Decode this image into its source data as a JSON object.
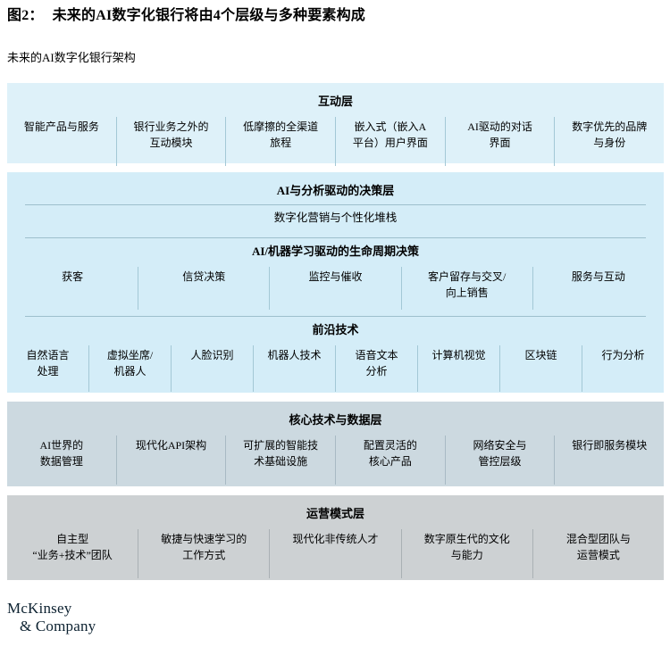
{
  "header": {
    "figure_label": "图2：",
    "title": "未来的AI数字化银行将由4个层级与多种要素构成",
    "subtitle": "未来的AI数字化银行架构"
  },
  "layers": [
    {
      "title": "互动层",
      "items": [
        "智能产品与服务",
        "银行业务之外的\n互动模块",
        "低摩擦的全渠道\n旅程",
        "嵌入式（嵌入A\n平台）用户界面",
        "AI驱动的对话\n界面",
        "数字优先的品牌\n与身份"
      ]
    },
    {
      "title": "AI与分析驱动的决策层",
      "stack_row": "数字化营销与个性化堆栈",
      "sections": [
        {
          "title": "AI/机器学习驱动的生命周期决策",
          "items": [
            "获客",
            "信贷决策",
            "监控与催收",
            "客户留存与交叉/\n向上销售",
            "服务与互动"
          ]
        },
        {
          "title": "前沿技术",
          "items": [
            "自然语言\n处理",
            "虚拟坐席/\n机器人",
            "人脸识别",
            "机器人技术",
            "语音文本\n分析",
            "计算机视觉",
            "区块链",
            "行为分析"
          ]
        }
      ]
    },
    {
      "title": "核心技术与数据层",
      "items": [
        "AI世界的\n数据管理",
        "现代化API架构",
        "可扩展的智能技\n术基础设施",
        "配置灵活的\n核心产品",
        "网络安全与\n管控层级",
        "银行即服务模块"
      ]
    },
    {
      "title": "运营模式层",
      "items": [
        "自主型\n“业务+技术”团队",
        "敏捷与快速学习的\n工作方式",
        "现代化非传统人才",
        "数字原生代的文化\n与能力",
        "混合型团队与\n运营模式"
      ]
    }
  ],
  "footer": {
    "logo_line1": "McKinsey",
    "logo_line2": "& Company"
  },
  "colors": {
    "interaction_bg": "#def1f9",
    "decision_bg": "#d4edf8",
    "core_tech_bg": "#ccd9e0",
    "operating_bg": "#cdd1d3",
    "rule_line": "#9dbfcd",
    "divider_blue": "#a3c8d6",
    "divider_gray": "#a9b0b4",
    "logo_navy": "#0c2130"
  }
}
